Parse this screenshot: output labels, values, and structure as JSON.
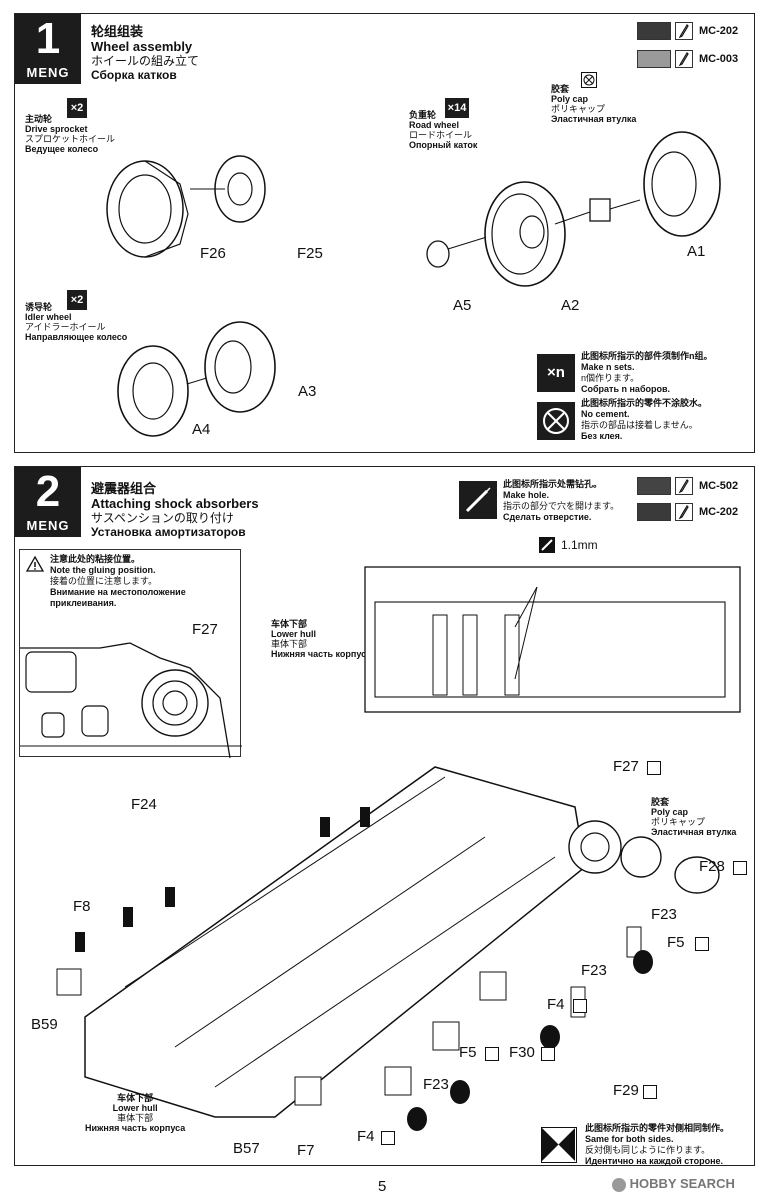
{
  "step1": {
    "number": "1",
    "brand": "MENG",
    "title_zh": "轮组组装",
    "title_en": "Wheel assembly",
    "title_ja": "ホイールの組み立て",
    "title_ru": "Сборка катков",
    "paints": [
      {
        "code": "MC-202",
        "color": "#3a3a3a"
      },
      {
        "code": "MC-003",
        "color": "#9a9a9a"
      }
    ],
    "drive_sprocket": {
      "zh": "主动轮",
      "en": "Drive sprocket",
      "ja": "スプロケットホイール",
      "ru": "Ведущее колесо",
      "qty": "×2"
    },
    "road_wheel": {
      "zh": "负重轮",
      "en": "Road wheel",
      "ja": "ロードホイール",
      "ru": "Опорный каток",
      "qty": "×14"
    },
    "idler_wheel": {
      "zh": "诱导轮",
      "en": "Idler wheel",
      "ja": "アイドラーホイール",
      "ru": "Направляющее колесо",
      "qty": "×2"
    },
    "poly_cap": {
      "zh": "胶套",
      "en": "Poly cap",
      "ja": "ポリキャップ",
      "ru": "Эластичная втулка"
    },
    "parts": {
      "f26": "F26",
      "f25": "F25",
      "a1": "A1",
      "a2": "A2",
      "a5": "A5",
      "a3": "A3",
      "a4": "A4"
    },
    "legend_n": {
      "icon": "×n",
      "zh": "此图标所指示的部件须制作n组。",
      "en": "Make n sets.",
      "ja": "n個作ります。",
      "ru": "Собрать n наборов."
    },
    "legend_nocement": {
      "zh": "此图标所指示的零件不涂胶水。",
      "en": "No cement.",
      "ja": "指示の部品は接着しません。",
      "ru": "Без клея."
    }
  },
  "step2": {
    "number": "2",
    "brand": "MENG",
    "title_zh": "避震器组合",
    "title_en": "Attaching shock absorbers",
    "title_ja": "サスペンションの取り付け",
    "title_ru": "Установка амортизаторов",
    "hole": {
      "zh": "此图标所指示处需钻孔。",
      "en": "Make hole.",
      "ja": "指示の部分で穴を開けます。",
      "ru": "Сделать отверстие."
    },
    "paints": [
      {
        "code": "MC-502",
        "color": "#444444"
      },
      {
        "code": "MC-202",
        "color": "#3a3a3a"
      }
    ],
    "gluing": {
      "zh": "注意此处的粘接位置。",
      "en": "Note the gluing position.",
      "ja": "接着の位置に注意します。",
      "ru1": "Внимание на местоположение",
      "ru2": "приклеивания."
    },
    "drill_size": "1.1mm",
    "lower_hull": {
      "zh": "车体下部",
      "en": "Lower hull",
      "ja": "車体下部",
      "ru": "Нижняя часть корпуса"
    },
    "poly_cap": {
      "zh": "胶套",
      "en": "Poly cap",
      "ja": "ポリキャップ",
      "ru": "Эластичная втулка"
    },
    "parts": {
      "f27_inset": "F27",
      "f27": "F27",
      "f24": "F24",
      "f28": "F28",
      "f8": "F8",
      "f23a": "F23",
      "f23b": "F23",
      "f23c": "F23",
      "f5a": "F5",
      "f5b": "F5",
      "f4a": "F4",
      "f4b": "F4",
      "f30": "F30",
      "f29": "F29",
      "b59": "B59",
      "b57": "B57",
      "f7": "F7"
    },
    "legend_both": {
      "zh": "此图标所指示的零件对侧相同制作。",
      "en": "Same for both sides.",
      "ja": "反対側も同じように作ります。",
      "ru": "Идентично на каждой стороне."
    }
  },
  "footer": {
    "page": "5",
    "watermark": "HOBBY SEARCH"
  }
}
